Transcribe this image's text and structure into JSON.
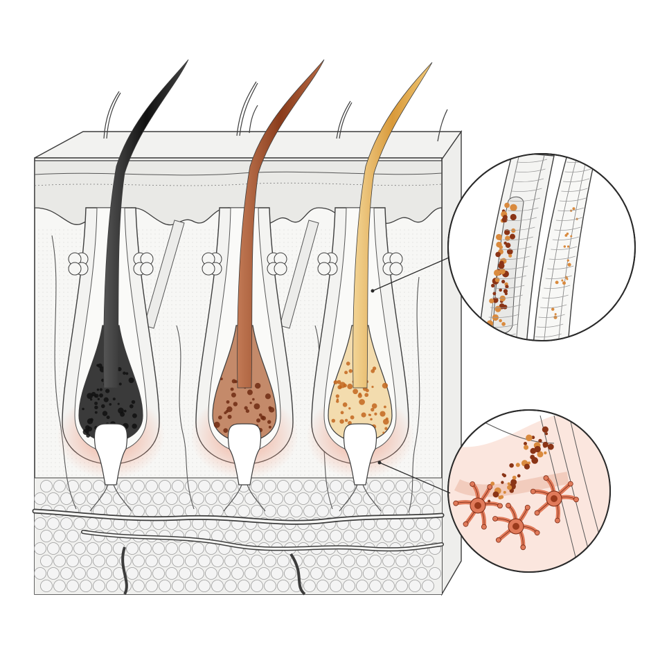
{
  "figure": {
    "subject": "hair-follicle-cross-section",
    "labels": []
  },
  "follicles": [
    {
      "id": "black",
      "hair_color": "#1e1e1e",
      "bulb_fill": "#3a3a3a",
      "granule_color": "#111111"
    },
    {
      "id": "brown",
      "hair_color": "#a0532c",
      "bulb_fill": "#c48a6a",
      "granule_color": "#6e2a12"
    },
    {
      "id": "blond",
      "hair_color": "#e2b15a",
      "bulb_fill": "#f3dcae",
      "granule_color": "#c2661f"
    }
  ],
  "insets": [
    {
      "id": "hair-shaft-cross-section-inset",
      "connects_to": "blond-hair-shaft"
    },
    {
      "id": "melanocyte-inset",
      "connects_to": "blond-follicle-bulb"
    }
  ],
  "colors": {
    "ink": "#3c3c3c",
    "paper": "#ffffff",
    "skin_fill": "#f7f7f5",
    "papilla_glow": "#f2a48c",
    "melanocyte": "#e07a5a",
    "melanin_dark": "#8a3416",
    "melanin_light": "#d98a3e",
    "fat_cell": "#f4f4f4"
  }
}
